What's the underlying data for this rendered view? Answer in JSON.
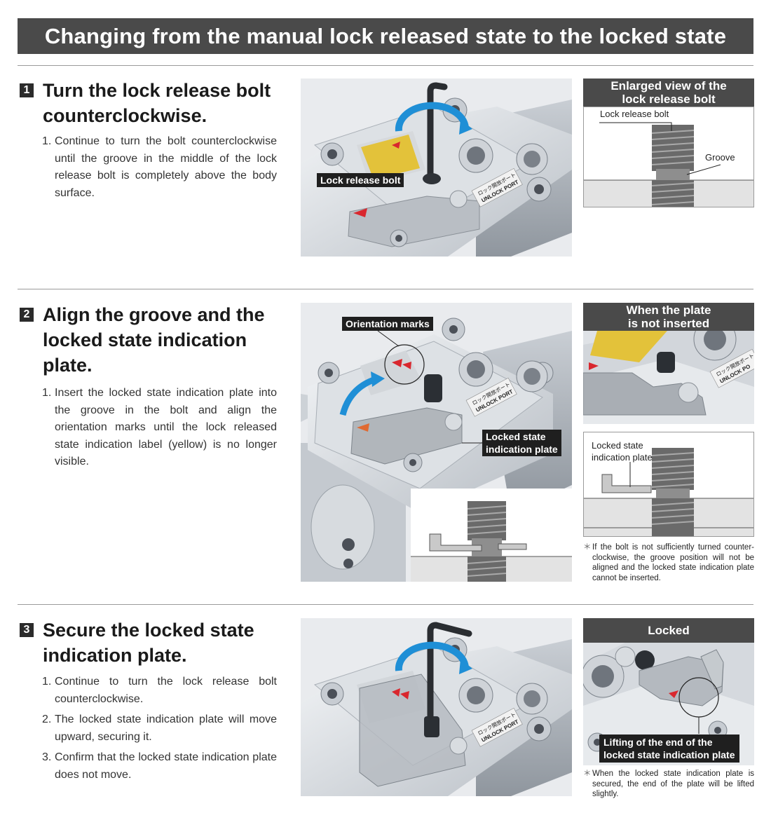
{
  "header": {
    "title": "Changing from the manual lock released state to the locked state"
  },
  "steps": [
    {
      "number": "1",
      "title_line1": "Turn the lock release bolt",
      "title_line2": "counterclockwise.",
      "items": [
        {
          "n": "1.",
          "text": "Continue to turn the bolt counterclockwise until the groove in the middle of the lock release bolt is completely above the body surface."
        }
      ],
      "photo_callout": "Lock release bolt",
      "photo_port_label_jp": "ロック開放ポート",
      "photo_port_label_en": "UNLOCK PORT",
      "panel": {
        "title_line1": "Enlarged view of the",
        "title_line2": "lock release bolt",
        "label_bolt": "Lock release bolt",
        "label_groove": "Groove"
      }
    },
    {
      "number": "2",
      "title_line1": "Align the groove and the",
      "title_line2": "locked state indication",
      "title_line3": "plate.",
      "items": [
        {
          "n": "1.",
          "text": "Insert the locked state indication plate into the groove in the bolt and align the orientation marks until the lock released state indication label (yellow) is no longer visible."
        }
      ],
      "photo_callout_marks": "Orientation marks",
      "photo_callout_plate_line1": "Locked state",
      "photo_callout_plate_line2": "indication plate",
      "photo_port_label_jp": "ロック開放ポート",
      "photo_port_label_en": "UNLOCK PORT",
      "panel": {
        "title_line1": "When the plate",
        "title_line2": "is not inserted",
        "photo_port_label_jp": "ロック開放ポート",
        "photo_port_label_en": "UNLOCK PO",
        "diagram_label_line1": "Locked state",
        "diagram_label_line2": "indication plate"
      },
      "note": "If the bolt is not sufficiently turned counter-clockwise, the groove position will not be aligned and the locked state indication plate cannot be inserted."
    },
    {
      "number": "3",
      "title_line1": "Secure the locked state",
      "title_line2": "indication plate.",
      "items": [
        {
          "n": "1.",
          "text": "Continue to turn the lock release bolt counterclockwise."
        },
        {
          "n": "2.",
          "text": "The locked state indication plate will move upward, securing it."
        },
        {
          "n": "3.",
          "text": "Confirm that the locked state indication plate does not move."
        }
      ],
      "photo_port_label_jp": "ロック開放ポート",
      "photo_port_label_en": "UNLOCK PORT",
      "panel": {
        "title": "Locked",
        "callout_line1": "Lifting of the end of the",
        "callout_line2": "locked state indication plate"
      },
      "note": "When the locked state indication plate is secured, the end of the plate will be lifted slightly."
    }
  ],
  "colors": {
    "banner": "#4a4a4a",
    "arrow_blue": "#1f8fd6",
    "label_yellow": "#e3c23a",
    "mark_red": "#d9272e"
  },
  "note_marker": "＊"
}
